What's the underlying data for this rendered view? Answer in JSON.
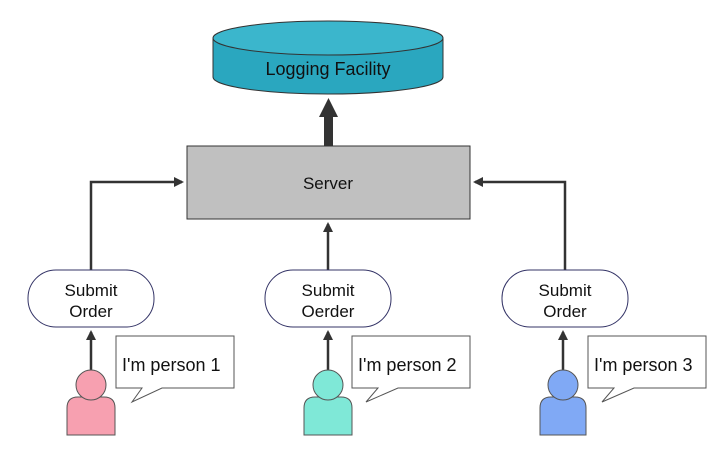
{
  "diagram": {
    "database": {
      "label": "Logging Facility",
      "color": "#2aa7bf",
      "top_color": "#3bb6cc"
    },
    "server": {
      "label": "Server",
      "color": "#c0c0c0"
    },
    "submits": [
      {
        "line1": "Submit",
        "line2": "Order"
      },
      {
        "line1": "Submit",
        "line2": "Oerder"
      },
      {
        "line1": "Submit",
        "line2": "Order"
      }
    ],
    "persons": [
      {
        "speech": "I'm person 1",
        "color": "#f7a0b0"
      },
      {
        "speech": "I'm person 2",
        "color": "#7fe8d7"
      },
      {
        "speech": "I'm person 3",
        "color": "#80a9f5"
      }
    ]
  }
}
